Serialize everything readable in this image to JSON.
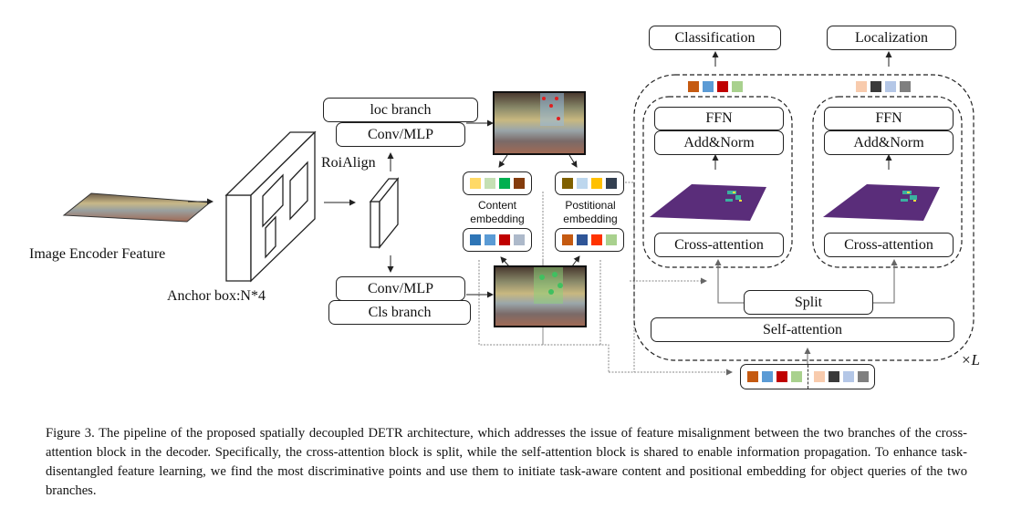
{
  "left": {
    "image_encoder_label": "Image Encoder Feature",
    "anchor_label": "Anchor box:N*4",
    "roialign_label": "RoiAlign"
  },
  "branches": {
    "loc_branch": "loc branch",
    "loc_conv": "Conv/MLP",
    "cls_conv": "Conv/MLP",
    "cls_branch": "Cls branch"
  },
  "embeddings": {
    "content_label": "Content embedding",
    "positional_label": "Postitional embedding",
    "content_top_colors": [
      "#FFD966",
      "#C5E0B4",
      "#00B050",
      "#843C0C"
    ],
    "positional_top_colors": [
      "#7F6000",
      "#BDD7EE",
      "#FFC000",
      "#333F50"
    ],
    "content_bottom_colors": [
      "#2E75B6",
      "#5B9BD5",
      "#C00000",
      "#ADB9CA"
    ],
    "positional_bottom_colors": [
      "#C55A11",
      "#2F5597",
      "#FF3300",
      "#A9D18E"
    ]
  },
  "decoder": {
    "classification": "Classification",
    "localization": "Localization",
    "ffn": "FFN",
    "add_norm": "Add&Norm",
    "cross_attention": "Cross-attention",
    "split": "Split",
    "self_attention": "Self-attention",
    "repeat_label": "×L",
    "cls_query_colors": [
      "#C55A11",
      "#5B9BD5",
      "#C00000",
      "#A9D18E"
    ],
    "loc_query_colors": [
      "#F8CBAD",
      "#3A3A3A",
      "#B4C7E7",
      "#7F7F7F"
    ]
  },
  "caption": "Figure 3.  The pipeline of the proposed spatially decoupled DETR architecture, which addresses the issue of feature misalignment between the two branches of the cross-attention block in the decoder. Specifically, the cross-attention block is split, while the self-attention block is shared to enable information propagation. To enhance task-disentangled feature learning, we find the most discriminative points and use them to initiate task-aware content and positional embedding for object queries of the two branches."
}
